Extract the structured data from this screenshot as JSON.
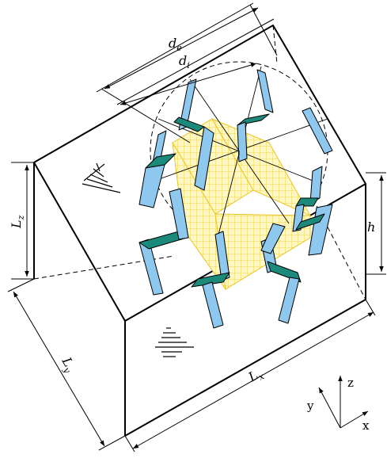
{
  "labels": {
    "de": {
      "main": "d",
      "sub": "e"
    },
    "di": {
      "main": "d",
      "sub": "i"
    },
    "lz": {
      "main": "L",
      "sub": "z"
    },
    "ly": {
      "main": "L",
      "sub": "y"
    },
    "lx": {
      "main": "L",
      "sub": "x"
    },
    "h": "h"
  },
  "axes": {
    "x": "x",
    "y": "y",
    "z": "z"
  },
  "colors": {
    "outline": "#000000",
    "blade_face": "#8ec8ef",
    "blade_side": "#1b8a7a",
    "grid": "#f2d23a",
    "grid_fill": "#fff8c4"
  }
}
